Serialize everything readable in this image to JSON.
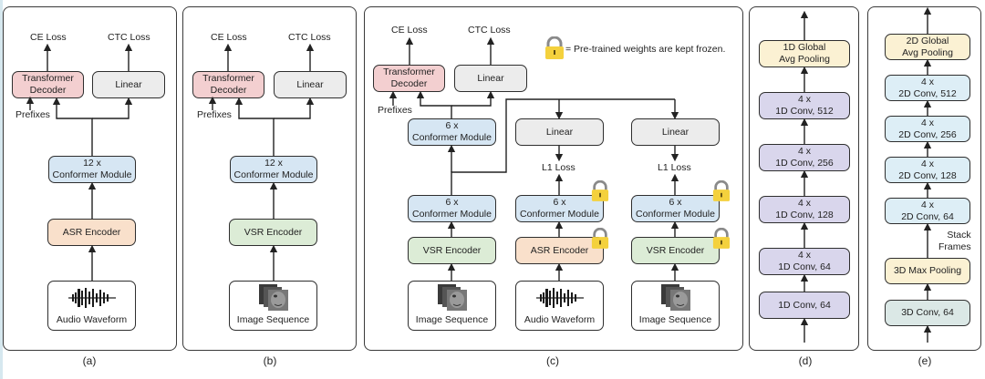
{
  "panels": {
    "a": {
      "caption": "(a)",
      "ce_loss": "CE Loss",
      "ctc_loss": "CTC Loss",
      "decoder_line1": "Transformer",
      "decoder_line2": "Decoder",
      "linear": "Linear",
      "prefixes": "Prefixes",
      "conformer_line1": "12 x",
      "conformer_line2": "Conformer Module",
      "encoder": "ASR Encoder",
      "input": "Audio Waveform"
    },
    "b": {
      "caption": "(b)",
      "ce_loss": "CE Loss",
      "ctc_loss": "CTC Loss",
      "decoder_line1": "Transformer",
      "decoder_line2": "Decoder",
      "linear": "Linear",
      "prefixes": "Prefixes",
      "conformer_line1": "12 x",
      "conformer_line2": "Conformer Module",
      "encoder": "VSR Encoder",
      "input": "Image Sequence"
    },
    "c": {
      "caption": "(c)",
      "ce_loss": "CE Loss",
      "ctc_loss": "CTC Loss",
      "legend": "= Pre-trained weights are kept frozen.",
      "decoder_line1": "Transformer",
      "decoder_line2": "Decoder",
      "linear": "Linear",
      "prefixes": "Prefixes",
      "top_conformer_line1": "6 x",
      "top_conformer_line2": "Conformer Module",
      "student": {
        "conformer_line1": "6 x",
        "conformer_line2": "Conformer Module",
        "encoder": "VSR Encoder",
        "input": "Image Sequence"
      },
      "teacher_asr": {
        "linear": "Linear",
        "loss": "L1 Loss",
        "conformer_line1": "6 x",
        "conformer_line2": "Conformer Module",
        "encoder": "ASR Encoder",
        "input": "Audio Waveform",
        "frozen": true
      },
      "teacher_vsr": {
        "linear": "Linear",
        "loss": "L1 Loss",
        "conformer_line1": "6 x",
        "conformer_line2": "Conformer Module",
        "encoder": "VSR Encoder",
        "input": "Image Sequence",
        "frozen": true
      }
    },
    "d": {
      "caption": "(d)",
      "layers": [
        {
          "line1": "1D Global",
          "line2": "Avg Pooling"
        },
        {
          "line1": "4 x",
          "line2": "1D Conv, 512"
        },
        {
          "line1": "4 x",
          "line2": "1D Conv, 256"
        },
        {
          "line1": "4 x",
          "line2": "1D Conv, 128"
        },
        {
          "line1": "4 x",
          "line2": "1D Conv, 64"
        },
        {
          "line1": "1D Conv, 64",
          "line2": ""
        }
      ]
    },
    "e": {
      "caption": "(e)",
      "layers": [
        {
          "line1": "2D Global",
          "line2": "Avg Pooling"
        },
        {
          "line1": "4 x",
          "line2": "2D Conv, 512"
        },
        {
          "line1": "4 x",
          "line2": "2D Conv, 256"
        },
        {
          "line1": "4 x",
          "line2": "2D Conv, 128"
        },
        {
          "line1": "4 x",
          "line2": "2D Conv, 64"
        },
        {
          "line1": "3D Max Pooling",
          "line2": ""
        },
        {
          "line1": "3D Conv, 64",
          "line2": ""
        }
      ],
      "stack_line1": "Stack",
      "stack_line2": "Frames"
    }
  },
  "colors": {
    "decoder": "#f3cfd0",
    "linear": "#ececec",
    "conformer": "#d6e6f3",
    "asr_encoder": "#f9e0cb",
    "vsr_encoder": "#dcecd6",
    "conv1d": "#d9d6ec",
    "pooling": "#fbf1d3",
    "conv2d": "#ddeef6",
    "conv3d": "#dbe8e6",
    "lock": "#f4d13d"
  }
}
